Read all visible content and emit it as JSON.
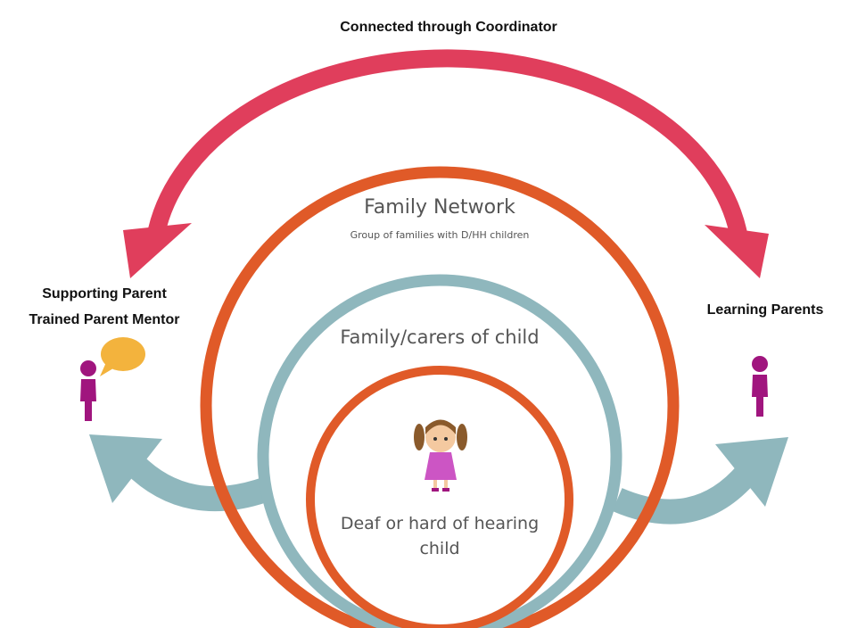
{
  "title": "Connected through Coordinator",
  "left_group": {
    "line1": "Supporting Parent",
    "line2": "Trained Parent Mentor"
  },
  "right_group": {
    "label": "Learning Parents"
  },
  "outer_circle": {
    "title": "Family Network",
    "subtitle": "Group of families with D/HH children"
  },
  "middle_circle": {
    "title": "Family/carers of child"
  },
  "inner_circle": {
    "line1": "Deaf or hard of hearing",
    "line2": "child"
  },
  "colors": {
    "top_arrow": "#e03e5c",
    "outer_ring": "#e05a28",
    "middle_ring": "#8fb7bd",
    "inner_ring": "#e05a28",
    "side_arrows": "#8fb7bd",
    "person": "#a0157e",
    "speech_bubble": "#f3b33d"
  },
  "icons": [
    "person-icon",
    "speech-bubble-icon",
    "child-icon"
  ]
}
